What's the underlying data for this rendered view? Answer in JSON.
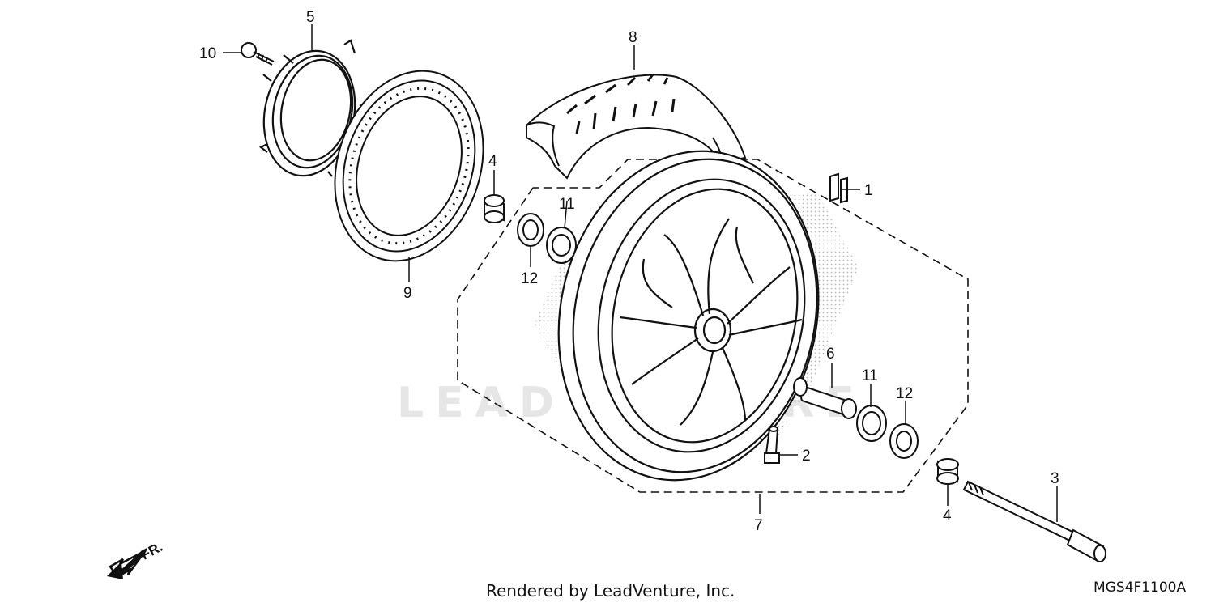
{
  "watermark": "LEADVENTURE",
  "credit": "Rendered by LeadVenture, Inc.",
  "drawing_code": "MGS4F1100A",
  "direction": "FR.",
  "callouts": [
    {
      "id": "c1",
      "label": "1"
    },
    {
      "id": "c2",
      "label": "2"
    },
    {
      "id": "c3",
      "label": "3"
    },
    {
      "id": "c4a",
      "label": "4"
    },
    {
      "id": "c4b",
      "label": "4"
    },
    {
      "id": "c5",
      "label": "5"
    },
    {
      "id": "c6",
      "label": "6"
    },
    {
      "id": "c7",
      "label": "7"
    },
    {
      "id": "c8",
      "label": "8"
    },
    {
      "id": "c9",
      "label": "9"
    },
    {
      "id": "c10",
      "label": "10"
    },
    {
      "id": "c11a",
      "label": "11"
    },
    {
      "id": "c11b",
      "label": "11"
    },
    {
      "id": "c12a",
      "label": "12"
    },
    {
      "id": "c12b",
      "label": "12"
    }
  ]
}
